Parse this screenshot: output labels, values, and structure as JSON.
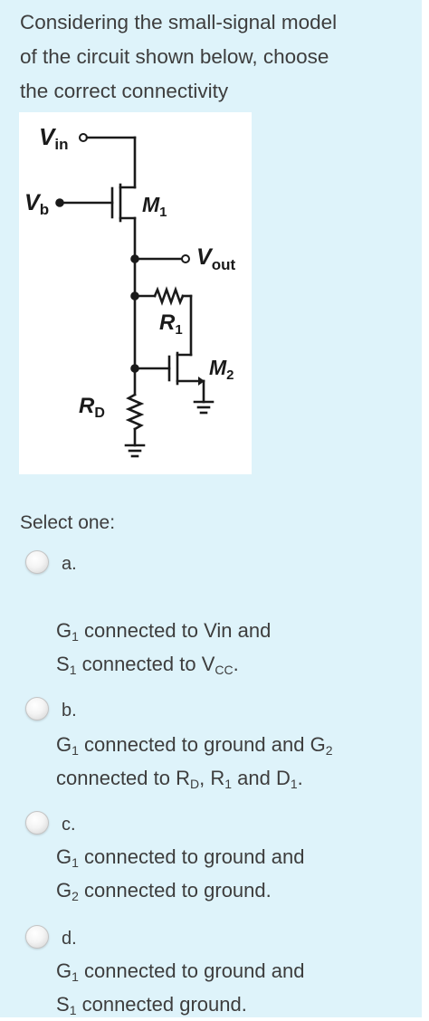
{
  "question": {
    "line1": "Considering the small-signal model",
    "line2": "of the circuit shown below, choose",
    "line3": "the correct connectivity"
  },
  "circuit": {
    "vin_main": "V",
    "vin_sub": "in",
    "vb_main": "V",
    "vb_sub": "b",
    "m1_main": "M",
    "m1_sub": "1",
    "vout_main": "V",
    "vout_sub": "out",
    "r1_main": "R",
    "r1_sub": "1",
    "m2_main": "M",
    "m2_sub": "2",
    "rd_main": "R",
    "rd_sub": "D"
  },
  "select_label": "Select one:",
  "options": [
    {
      "letter": "a.",
      "l1_a": "G",
      "l1_sub": "1",
      "l1_b": " connected to Vin and",
      "l2_a": "S",
      "l2_sub": "1",
      "l2_b": " connected to V",
      "l2_sub2": "CC",
      "l2_c": "."
    },
    {
      "letter": "b.",
      "l1_a": "G",
      "l1_sub": "1",
      "l1_b": " connected to ground and G",
      "l1_sub2": "2",
      "l2_a": "connected to R",
      "l2_sub": "D",
      "l2_b": ", R",
      "l2_sub2": "1",
      "l2_c": " and D",
      "l2_sub3": "1",
      "l2_d": "."
    },
    {
      "letter": "c.",
      "l1_a": "G",
      "l1_sub": "1",
      "l1_b": " connected to ground and",
      "l2_a": "G",
      "l2_sub": "2",
      "l2_b": " connected to ground."
    },
    {
      "letter": "d.",
      "l1_a": "G",
      "l1_sub": "1",
      "l1_b": " connected to ground and",
      "l2_a": "S",
      "l2_sub": "1",
      "l2_b": " connected ground."
    }
  ]
}
